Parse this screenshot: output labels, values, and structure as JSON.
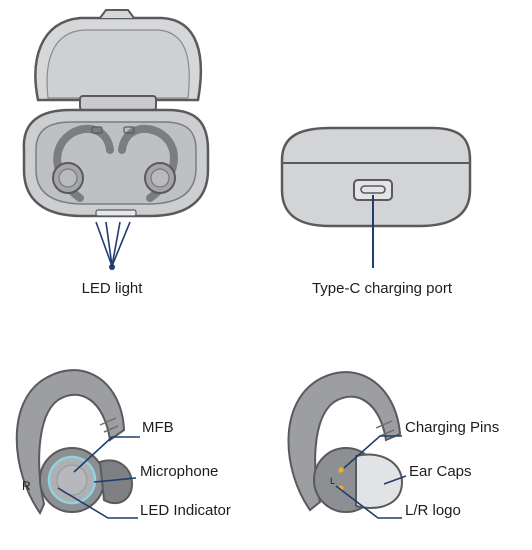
{
  "case_open": {
    "label": "LED light"
  },
  "case_closed": {
    "label": "Type-C charging port"
  },
  "earbud_front": {
    "callouts": [
      "MFB",
      "Microphone",
      "LED Indicator"
    ],
    "side_letter": "R"
  },
  "earbud_back": {
    "callouts": [
      "Charging Pins",
      "Ear Caps",
      "L/R logo"
    ],
    "side_letter": "L"
  },
  "colors": {
    "outline": "#5a5a5c",
    "case_fill": "#d3d4d6",
    "case_inner": "#c4c5c7",
    "bud_fill": "#9a9b9e",
    "bud_dark": "#85868a",
    "leader_blue": "#1f3d6e",
    "led_ring": "#8fd3dc",
    "pin_gold": "#e5b22a"
  }
}
